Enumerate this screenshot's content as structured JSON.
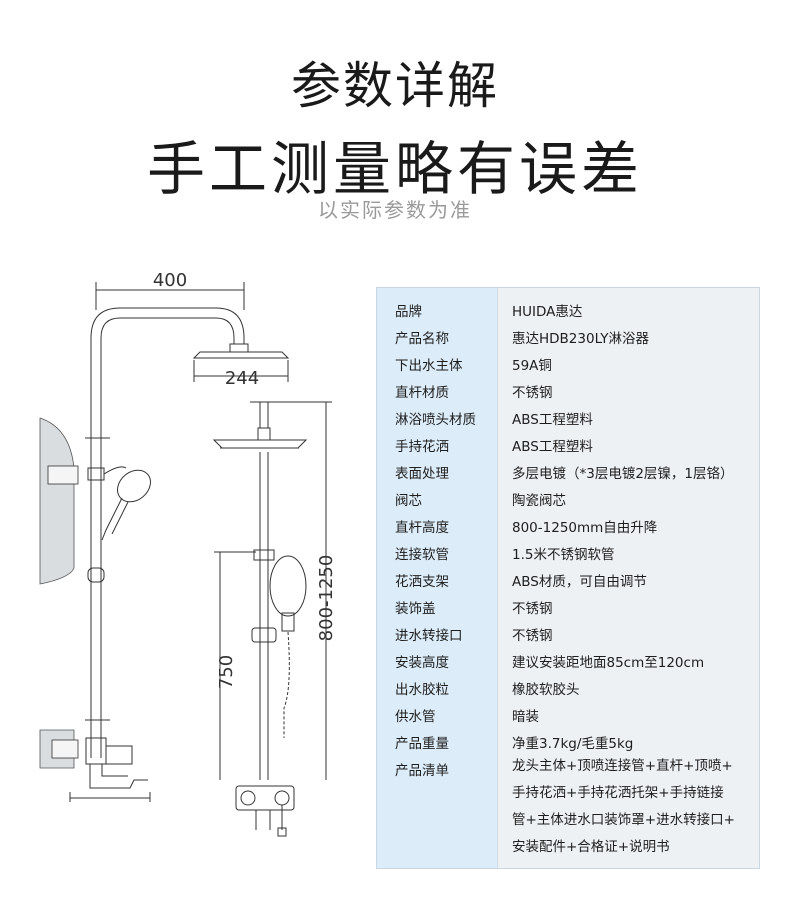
{
  "header": {
    "title_line1": "参数详解",
    "title_line2": "手工测量略有误差",
    "subtitle": "以实际参数为准"
  },
  "drawing": {
    "dim_top_width": "400",
    "dim_head_diameter": "244",
    "dim_height_range": "800-1250",
    "dim_handheld_height": "750"
  },
  "specs": [
    {
      "label": "品牌",
      "value": "HUIDA惠达"
    },
    {
      "label": "产品名称",
      "value": "惠达HDB230LY淋浴器"
    },
    {
      "label": "下出水主体",
      "value": "59A铜"
    },
    {
      "label": "直杆材质",
      "value": "不锈钢"
    },
    {
      "label": "淋浴喷头材质",
      "value": "ABS工程塑料"
    },
    {
      "label": "手持花洒",
      "value": "ABS工程塑料"
    },
    {
      "label": "表面处理",
      "value": "多层电镀（*3层电镀2层镍，1层铬）"
    },
    {
      "label": "阀芯",
      "value": "陶瓷阀芯"
    },
    {
      "label": "直杆高度",
      "value": "800-1250mm自由升降"
    },
    {
      "label": "连接软管",
      "value": "1.5米不锈钢软管"
    },
    {
      "label": "花洒支架",
      "value": "ABS材质，可自由调节"
    },
    {
      "label": "装饰盖",
      "value": "不锈钢"
    },
    {
      "label": "进水转接口",
      "value": "不锈钢"
    },
    {
      "label": "安装高度",
      "value": "建议安装距地面85cm至120cm"
    },
    {
      "label": "出水胶粒",
      "value": "橡胶软胶头"
    },
    {
      "label": "供水管",
      "value": "暗装"
    },
    {
      "label": "产品重量",
      "value": "净重3.7kg/毛重5kg"
    }
  ],
  "contents": {
    "label": "产品清单",
    "lines": [
      "龙头主体+顶喷连接管+直杆+顶喷+",
      "手持花洒+手持花洒托架+手持链接",
      "管+主体进水口装饰罩+进水转接口+",
      "安装配件+合格证+说明书"
    ]
  }
}
